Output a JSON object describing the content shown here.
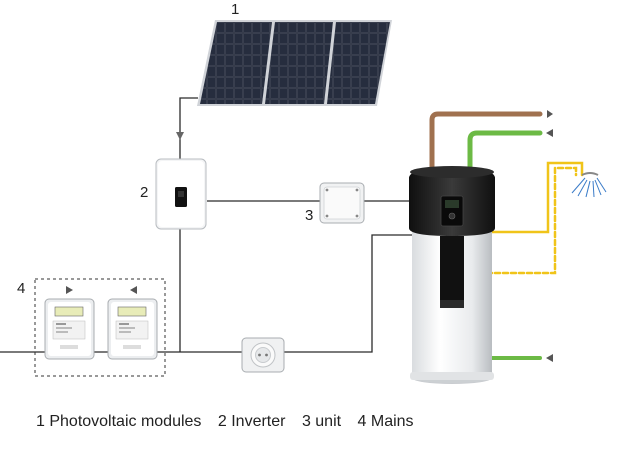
{
  "callouts": {
    "pv": "1",
    "inverter": "2",
    "unit": "3",
    "mains": "4"
  },
  "legend": [
    {
      "label": "1 Photovoltaic modules"
    },
    {
      "label": "2 Inverter"
    },
    {
      "label": "3 unit"
    },
    {
      "label": "4 Mains"
    }
  ],
  "colors": {
    "hot_water_pipe": "#a0714f",
    "cold_water_pipe": "#6cba45",
    "solar_pipe": "#f0c419",
    "wire": "#2b2b2b",
    "panel": "#1f2430",
    "tank_top": "#1a1a1a"
  },
  "icons": [
    "arrow-left-icon",
    "arrow-right-icon",
    "shower-icon",
    "power-socket-icon"
  ]
}
